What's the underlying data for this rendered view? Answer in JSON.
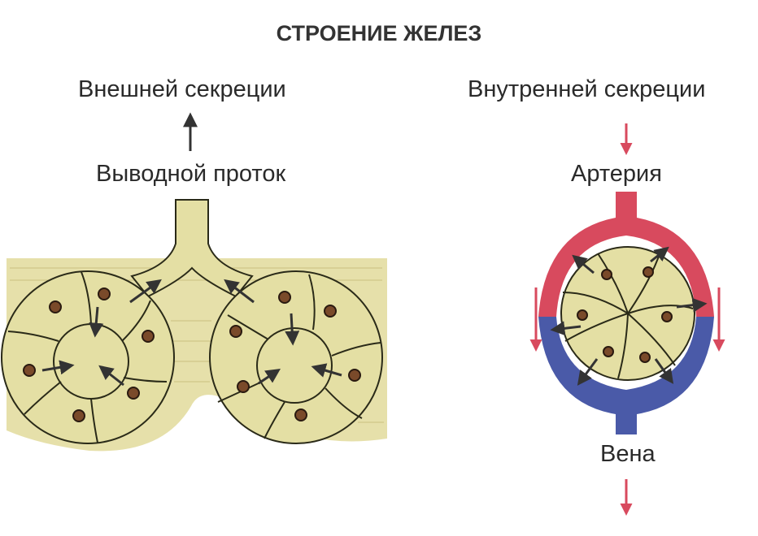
{
  "title": "СТРОЕНИЕ ЖЕЛЕЗ",
  "exocrine": {
    "heading": "Внешней секреции",
    "duct_label": "Выводной проток"
  },
  "endocrine": {
    "heading": "Внутренней секреции",
    "artery_label": "Артерия",
    "vein_label": "Вена"
  },
  "colors": {
    "tissue": "#e4dfa4",
    "tissue_dark": "#d8d092",
    "outline": "#2a2a18",
    "nucleus": "#7a4a2a",
    "artery": "#d84a5e",
    "vein": "#4a5aa8",
    "arrow": "#333333"
  }
}
